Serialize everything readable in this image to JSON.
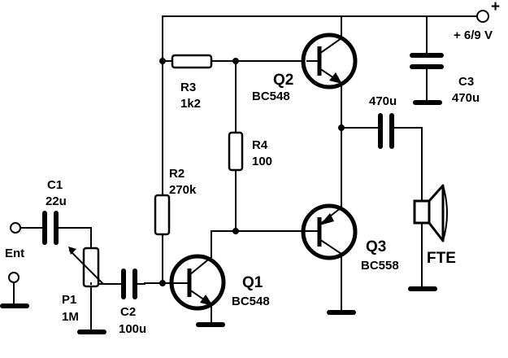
{
  "supply": {
    "label": "+ 6/9 V",
    "plus": "+"
  },
  "input": {
    "label": "Ent"
  },
  "components": {
    "C1": {
      "name": "C1",
      "value": "22u"
    },
    "C2": {
      "name": "C2",
      "value": "100u"
    },
    "C3": {
      "name": "C3",
      "value": "470u"
    },
    "C4": {
      "value": "470u"
    },
    "P1": {
      "name": "P1",
      "value": "1M"
    },
    "R2": {
      "name": "R2",
      "value": "270k"
    },
    "R3": {
      "name": "R3",
      "value": "1k2"
    },
    "R4": {
      "name": "R4",
      "value": "100"
    },
    "Q1": {
      "name": "Q1",
      "value": "BC548"
    },
    "Q2": {
      "name": "Q2",
      "value": "BC548"
    },
    "Q3": {
      "name": "Q3",
      "value": "BC558"
    },
    "speaker": {
      "name": "FTE"
    }
  }
}
